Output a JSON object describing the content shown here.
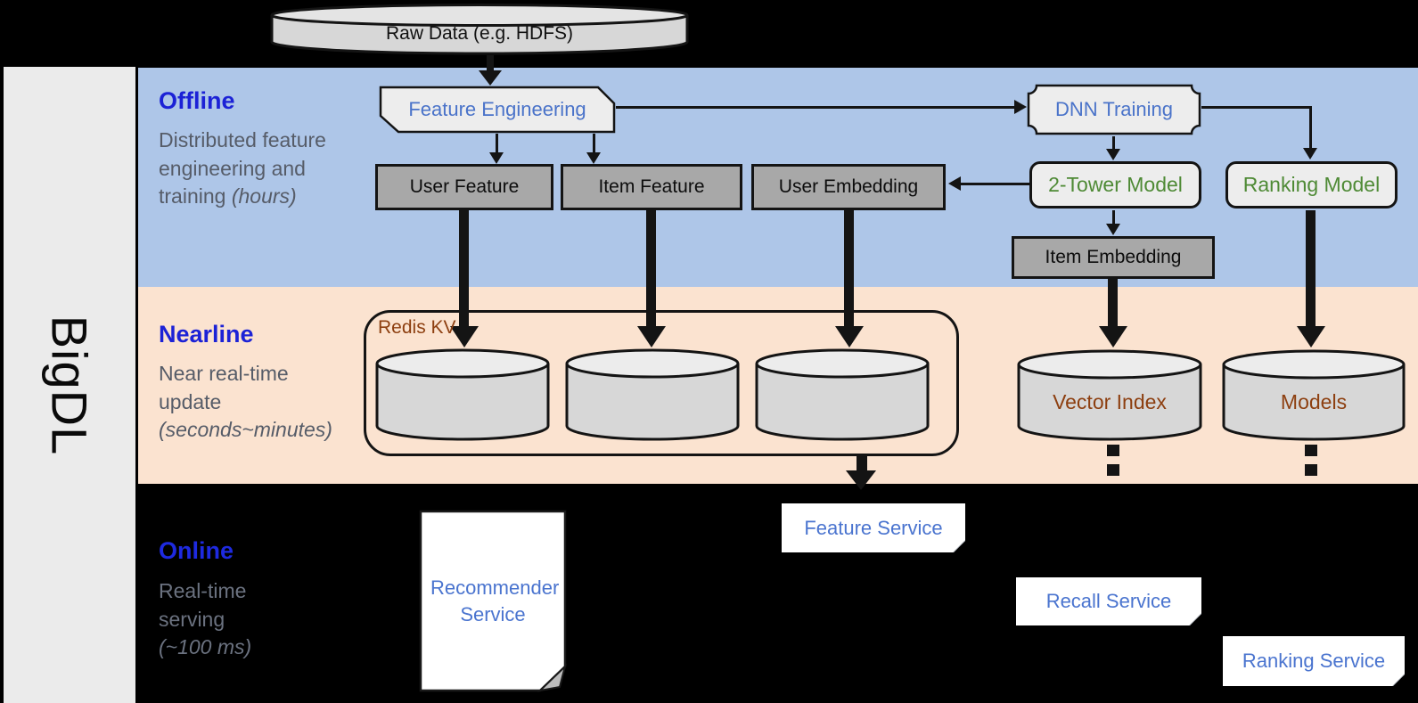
{
  "sidebar": {
    "brand": "BigDL"
  },
  "source": {
    "raw_data_label": "Raw Data (e.g. HDFS)"
  },
  "bands": {
    "offline": {
      "title": "Offline",
      "description": "Distributed feature engineering and training",
      "duration_note": "(hours)"
    },
    "nearline": {
      "title": "Nearline",
      "description": "Near real-time update",
      "duration_note": "(seconds~minutes)"
    },
    "online": {
      "title": "Online",
      "description": "Real-time serving",
      "duration_note": "(~100 ms)"
    }
  },
  "offline_nodes": {
    "feature_engineering": "Feature Engineering",
    "dnn_training": "DNN Training",
    "user_feature": "User Feature",
    "item_feature": "Item Feature",
    "user_embedding": "User Embedding",
    "two_tower_model": "2-Tower Model",
    "ranking_model": "Ranking Model",
    "item_embedding": "Item Embedding"
  },
  "nearline_nodes": {
    "redis_kv": "Redis KV",
    "vector_index": "Vector Index",
    "models": "Models"
  },
  "online_nodes": {
    "recommender_service": "Recommender Service",
    "feature_service": "Feature Service",
    "recall_service": "Recall Service",
    "ranking_service": "Ranking Service"
  },
  "colors": {
    "band_offline": "#aec6e8",
    "band_nearline": "#fbe3d0",
    "background_online": "#000000",
    "band_title_blue": "#1c22d6",
    "node_text_blue": "#4a73c9",
    "node_text_green": "#4e8a35",
    "storage_text_brown": "#8d3f10",
    "box_dark_gray": "#a8a8a8",
    "box_light_gray": "#ededed",
    "cylinder_gray": "#d7d7d7"
  }
}
